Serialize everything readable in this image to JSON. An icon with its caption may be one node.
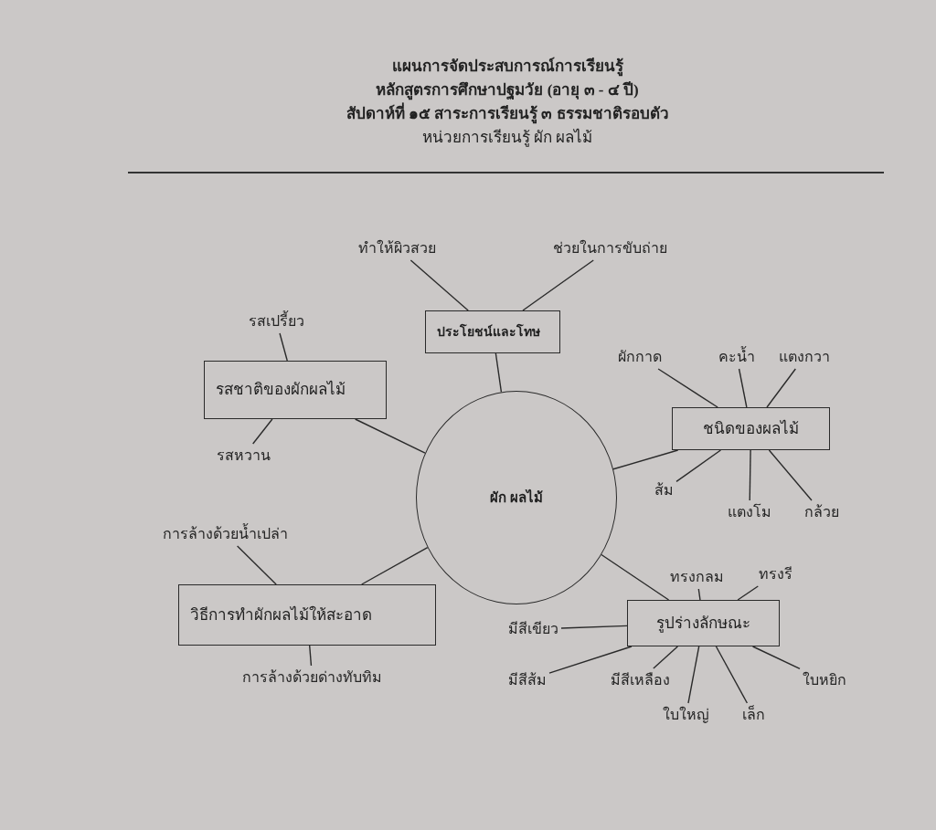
{
  "diagram": {
    "title": "แผนการจัดประสบการณ์การเรียนรู้",
    "labels": [
      "หลักสูตรการศึกษาปฐมวัย (อายุ ๓ - ๔ ปี)",
      "สัปดาห์ที่ ๑๕ สาระการเรียนรู้ ๓ ธรรมชาติรอบตัว",
      "หน่วยการเรียนรู้ ผัก ผลไม้"
    ],
    "nodes": [
      {
        "text": [
          "ทำให้ผิวสวย"
        ]
      },
      {
        "text": [
          "ช่วยในการขับถ่าย"
        ]
      },
      {
        "text": [
          "ประโยชน์และโทษ"
        ]
      },
      {
        "text": [
          "รสเปรี้ยว"
        ]
      },
      {
        "text": [
          "รสชาติของผักผลไม้"
        ]
      },
      {
        "text": [
          "ผักกาด"
        ]
      },
      {
        "text": [
          "คะน้ำ"
        ]
      },
      {
        "text": [
          "แตงกวา"
        ]
      },
      {
        "text": [
          "ชนิดของผลไม้"
        ]
      },
      {
        "text": [
          "รสหวาน"
        ]
      },
      {
        "text": [
          "ผัก ผลไม้"
        ]
      },
      {
        "text": [
          "ส้ม"
        ]
      },
      {
        "text": [
          "แตงโม"
        ]
      },
      {
        "text": [
          "กล้วย"
        ]
      },
      {
        "text": [
          "การล้างด้วยน้ำเปล่า"
        ]
      },
      {
        "text": [
          "ทรงกลม"
        ]
      },
      {
        "text": [
          "ทรงรี"
        ]
      },
      {
        "text": [
          "วิธีการทำผักผลไม้ให้สะอาด"
        ]
      },
      {
        "text": [
          "มีสีเขียว"
        ]
      },
      {
        "text": [
          "รูปร่างลักษณะ"
        ]
      },
      {
        "text": [
          "มีสีส้ม"
        ]
      },
      {
        "text": [
          "มีสีเหลือง"
        ]
      },
      {
        "text": [
          "ใบหยิก"
        ]
      },
      {
        "text": [
          "การล้างด้วยด่างทับทิม"
        ]
      },
      {
        "text": [
          "ใบใหญ่"
        ]
      },
      {
        "text": [
          "เล็ก"
        ]
      }
    ],
    "edges": [
      {
        "from": 10,
        "to": 2,
        "arrow": "none"
      },
      {
        "from": 10,
        "to": 4,
        "arrow": "none"
      },
      {
        "from": 10,
        "to": 8,
        "arrow": "none"
      },
      {
        "from": 10,
        "to": 17,
        "arrow": "none"
      },
      {
        "from": 10,
        "to": 19,
        "arrow": "none"
      },
      {
        "from": 2,
        "to": 0,
        "arrow": "none"
      },
      {
        "from": 2,
        "to": 1,
        "arrow": "none"
      },
      {
        "from": 4,
        "to": 3,
        "arrow": "none"
      },
      {
        "from": 4,
        "to": 9,
        "arrow": "none"
      },
      {
        "from": 8,
        "to": 5,
        "arrow": "none"
      },
      {
        "from": 8,
        "to": 6,
        "arrow": "none"
      },
      {
        "from": 8,
        "to": 7,
        "arrow": "none"
      },
      {
        "from": 8,
        "to": 11,
        "arrow": "none"
      },
      {
        "from": 8,
        "to": 12,
        "arrow": "none"
      },
      {
        "from": 8,
        "to": 13,
        "arrow": "none"
      },
      {
        "from": 17,
        "to": 14,
        "arrow": "none"
      },
      {
        "from": 17,
        "to": 23,
        "arrow": "none"
      },
      {
        "from": 19,
        "to": 15,
        "arrow": "none"
      },
      {
        "from": 19,
        "to": 16,
        "arrow": "none"
      },
      {
        "from": 19,
        "to": 18,
        "arrow": "none"
      },
      {
        "from": 19,
        "to": 20,
        "arrow": "none"
      },
      {
        "from": 19,
        "to": 21,
        "arrow": "none"
      },
      {
        "from": 19,
        "to": 22,
        "arrow": "none"
      },
      {
        "from": 19,
        "to": 24,
        "arrow": "none"
      },
      {
        "from": 19,
        "to": 25,
        "arrow": "none"
      }
    ]
  }
}
